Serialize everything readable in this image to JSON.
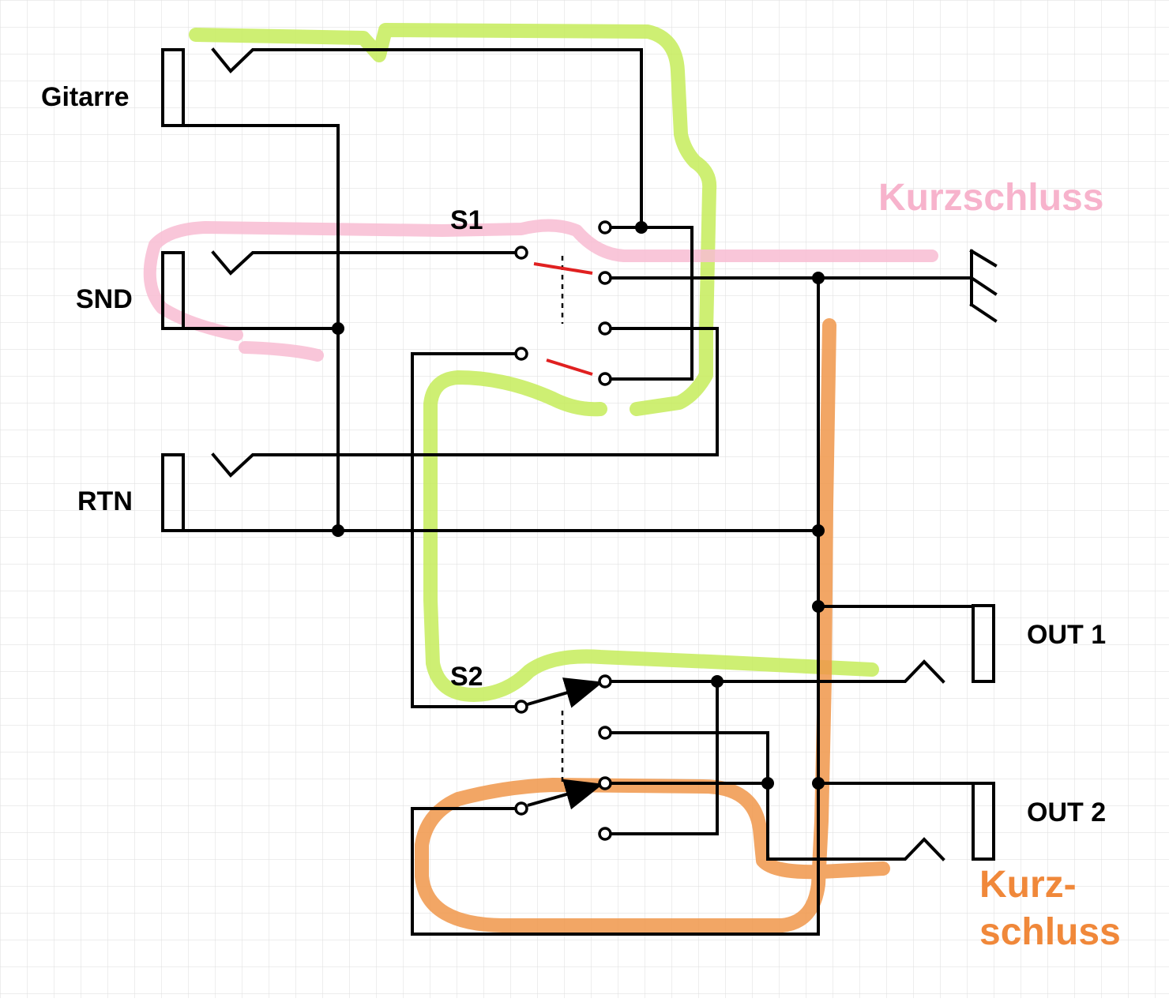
{
  "labels": {
    "guitar": "Gitarre",
    "send": "SND",
    "return": "RTN",
    "out1": "OUT 1",
    "out2": "OUT 2",
    "switch1": "S1",
    "switch2": "S2"
  },
  "annotations": {
    "short_pink": "Kurzschluss",
    "short_orange_line1": "Kurz-",
    "short_orange_line2": "schluss"
  },
  "colors": {
    "wire": "#000000",
    "grid": "#e2e2e2",
    "highlight_green": "#c6ec5a",
    "highlight_pink": "#f8bcd2",
    "highlight_orange": "#f0964a",
    "switch_red": "#e02020",
    "text_pink": "#f7b3cc",
    "text_orange": "#f0883a"
  }
}
